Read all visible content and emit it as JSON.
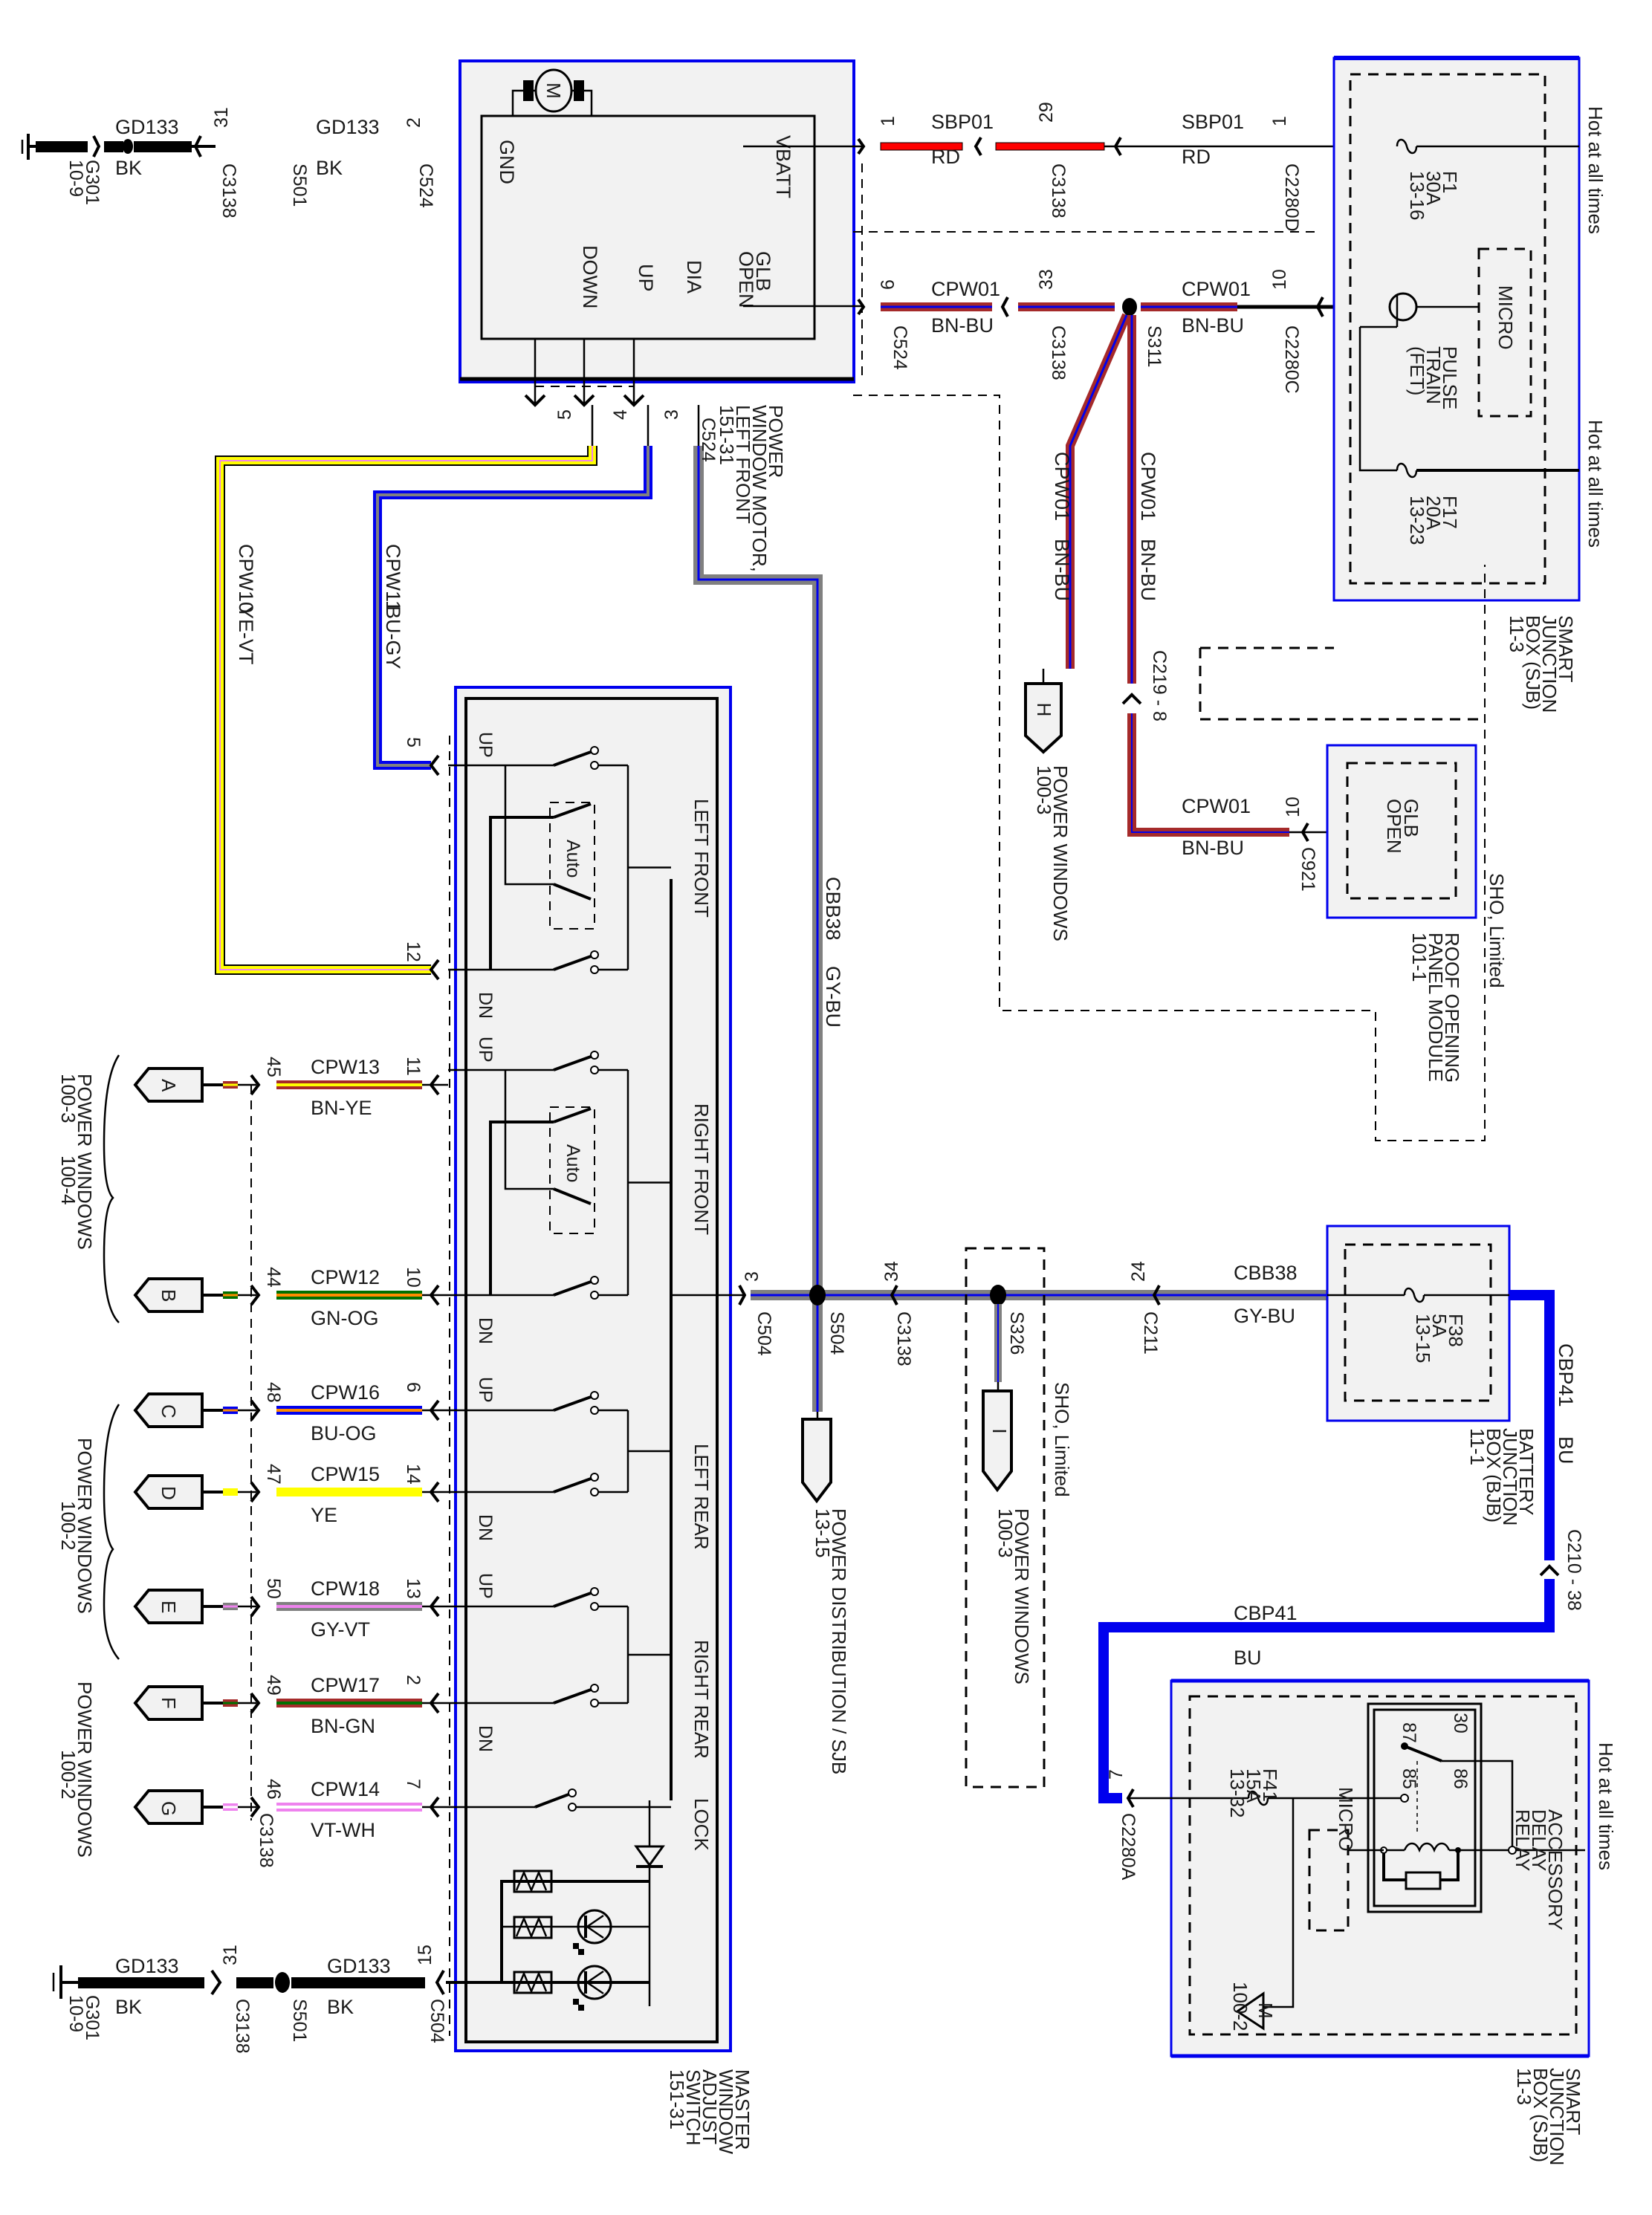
{
  "diagram": {
    "title": "Power Windows wiring diagram",
    "components": {
      "motor_lf": {
        "name": "POWER WINDOW MOTOR, LEFT FRONT",
        "lines": [
          "POWER",
          "WINDOW MOTOR,",
          "LEFT FRONT",
          "151-31"
        ],
        "pins": {
          "gnd": "GND",
          "vbatt": "VBATT",
          "glb_open": "GLB OPEN",
          "down": "DOWN",
          "up": "UP",
          "dia": "DIA"
        },
        "motor_symbol": "M"
      },
      "sjb_top": {
        "lines": [
          "SMART",
          "JUNCTION",
          "BOX (SJB)",
          "11-3"
        ],
        "hot1": "Hot at all times",
        "hot2": "Hot at all times",
        "fuse_f1": [
          "F1",
          "30A",
          "13-16"
        ],
        "fuse_f17": [
          "F17",
          "20A",
          "13-23"
        ],
        "micro": "MICRO",
        "pulse_train": [
          "PULSE",
          "TRAIN",
          "(FET)"
        ]
      },
      "roof_module": {
        "lines": [
          "ROOF OPENING",
          "PANEL MODULE",
          "101-1"
        ],
        "pin": "GLB OPEN",
        "option": "SHO, Limited"
      },
      "master_switch": {
        "lines": [
          "MASTER",
          "WINDOW",
          "ADJUST",
          "SWITCH",
          "151-31"
        ],
        "sections": [
          "LEFT FRONT",
          "RIGHT FRONT",
          "LEFT REAR",
          "RIGHT REAR",
          "LOCK"
        ],
        "auto_label": "Auto",
        "up": "UP",
        "dn": "DN"
      },
      "bjb": {
        "lines": [
          "BATTERY",
          "JUNCTION",
          "BOX (BJB)",
          "11-1"
        ],
        "fuse_f38": [
          "F38",
          "5A",
          "13-15"
        ]
      },
      "sjb_bottom": {
        "lines": [
          "SMART",
          "JUNCTION",
          "BOX (SJB)",
          "11-3"
        ],
        "hot": "Hot at all times",
        "relay": [
          "ACCESSORY",
          "DELAY",
          "RELAY"
        ],
        "relay_pins": [
          "30",
          "87",
          "85",
          "86"
        ],
        "fuse_f41": [
          "F41",
          "15A",
          "13-32"
        ],
        "micro": "MICRO",
        "ref_m": "M",
        "ref_m_page": "100-2"
      }
    },
    "grounds": [
      {
        "ground": "G301",
        "page": "10-9"
      },
      {
        "ground": "G301",
        "page": "10-9"
      }
    ],
    "wires": {
      "gd133_top_a": {
        "circuit": "GD133",
        "color": "BK"
      },
      "gd133_top_b": {
        "circuit": "GD133",
        "color": "BK"
      },
      "gd133_bot_a": {
        "circuit": "GD133",
        "color": "BK"
      },
      "gd133_bot_b": {
        "circuit": "GD133",
        "color": "BK"
      },
      "sbp01_a": {
        "circuit": "SBP01",
        "color": "RD"
      },
      "sbp01_b": {
        "circuit": "SBP01",
        "color": "RD"
      },
      "cpw01_a": {
        "circuit": "CPW01",
        "color": "BN-BU"
      },
      "cpw01_b": {
        "circuit": "CPW01",
        "color": "BN-BU"
      },
      "cpw01_c": {
        "circuit": "CPW01",
        "color": "BN-BU"
      },
      "cpw01_d": {
        "circuit": "CPW01",
        "color": "BN-BU"
      },
      "cpw01_e": {
        "circuit": "CPW01",
        "color": "BN-BU"
      },
      "cpw10": {
        "circuit": "CPW10",
        "color": "YE-VT"
      },
      "cpw11": {
        "circuit": "CPW11",
        "color": "BU-GY"
      },
      "cbb38_v": {
        "circuit": "CBB38",
        "color": "GY-BU"
      },
      "cbb38_h": {
        "circuit": "CBB38",
        "color": "GY-BU"
      },
      "cbp41_v": {
        "circuit": "CBP41",
        "color": "BU"
      },
      "cbp41_h": {
        "circuit": "CBP41",
        "color": "BU"
      },
      "cpw13": {
        "circuit": "CPW13",
        "color": "BN-YE"
      },
      "cpw12": {
        "circuit": "CPW12",
        "color": "GN-OG"
      },
      "cpw16": {
        "circuit": "CPW16",
        "color": "BU-OG"
      },
      "cpw15": {
        "circuit": "CPW15",
        "color": "YE"
      },
      "cpw18": {
        "circuit": "CPW18",
        "color": "GY-VT"
      },
      "cpw17": {
        "circuit": "CPW17",
        "color": "BN-GN"
      },
      "cpw14": {
        "circuit": "CPW14",
        "color": "VT-WH"
      }
    },
    "connectors": {
      "c3138": "C3138",
      "s501": "S501",
      "c524": "C524",
      "c2280d": "C2280D",
      "c2280c": "C2280C",
      "s311": "S311",
      "c219": "C219 - 8",
      "c921": "C921",
      "c504": "C504",
      "s504": "S504",
      "s326": "S326",
      "c211": "C211",
      "c210": "C210 - 38",
      "c2280a": "C2280A"
    },
    "pins": {
      "top_gnd_c3138": "31",
      "top_gnd_c524": "2",
      "vbatt_c524": "1",
      "vbatt_c3138": "29",
      "vbatt_c2280d": "1",
      "glb_c524": "6",
      "glb_c3138": "33",
      "glb_c2280c": "10",
      "roof_c921": "10",
      "down_c524": "5",
      "up_c524": "4",
      "dia_c524": "3",
      "sw_lf_up": "5",
      "sw_lf_dn": "12",
      "sw_rf_up": "11",
      "sw_rf_dn": "10",
      "sw_lr_up": "6",
      "sw_lr_dn": "14",
      "sw_rr_up": "13",
      "sw_rr_dn": "2",
      "sw_lock": "7",
      "sw_gnd": "15",
      "c3138_a": "45",
      "c3138_b": "44",
      "c3138_c": "48",
      "c3138_d": "47",
      "c3138_e": "50",
      "c3138_f": "49",
      "c3138_g": "46",
      "bot_gnd_c3138": "31",
      "c504_pin": "3",
      "c3138_34": "34",
      "c211_pin": "24",
      "c2280a_pin": "7"
    },
    "offpage": {
      "A": {
        "label": "A"
      },
      "B": {
        "label": "B"
      },
      "C": {
        "label": "C"
      },
      "D": {
        "label": "D"
      },
      "E": {
        "label": "E"
      },
      "F": {
        "label": "F"
      },
      "G": {
        "label": "G"
      },
      "H": {
        "label": "H"
      },
      "I": {
        "label": "I"
      },
      "ref_ab": [
        "POWER WINDOWS",
        "100-3",
        "100-4"
      ],
      "ref_cf": [
        "POWER WINDOWS",
        "100-2"
      ],
      "ref_g": [
        "POWER WINDOWS",
        "100-2"
      ],
      "ref_h": [
        "POWER WINDOWS",
        "100-3"
      ],
      "ref_i": [
        "POWER WINDOWS",
        "100-3"
      ],
      "ref_pd": [
        "POWER DISTRIBUTION / SJB",
        "13-15"
      ]
    },
    "options": {
      "sho_limited_1": "SHO, Limited",
      "sho_limited_2": "SHO, Limited"
    },
    "colors": {
      "box_border": "#0000ee",
      "box_fill": "#f2f2f2",
      "RD": "#ff0000",
      "BN": "#a52a2a",
      "BU": "#0000ee",
      "YE": "#ffff00",
      "VT": "#ee82ee",
      "GY": "#808080",
      "GN": "#007000",
      "OG": "#ff8c00",
      "WH": "#ffffff",
      "BK": "#000000"
    }
  }
}
